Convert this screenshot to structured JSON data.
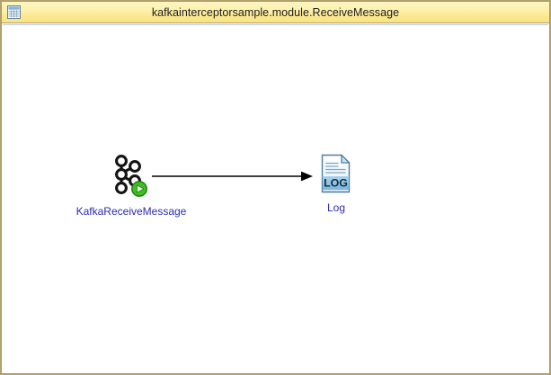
{
  "window": {
    "title": "kafkainterceptorsample.module.ReceiveMessage",
    "icon": "module-table-icon",
    "titlebar_color": "#fbe88c",
    "border_color": "#b5a36a"
  },
  "canvas": {
    "background": "#ffffff",
    "nodes": [
      {
        "id": "kafka-receive-message",
        "label": "KafkaReceiveMessage",
        "icon": "kafka-receive-icon",
        "badge": "green-play-badge",
        "label_color": "#2b2bb5",
        "badge_color": "#3fc020"
      },
      {
        "id": "log",
        "label": "Log",
        "icon": "log-document-icon",
        "icon_text": "LOG",
        "label_color": "#2b2bb5",
        "icon_accent_color": "#6aa7cf"
      }
    ],
    "connectors": [
      {
        "id": "kafka-to-log",
        "from": "kafka-receive-message",
        "to": "log",
        "style": "solid-arrow",
        "color": "#000000"
      }
    ]
  }
}
